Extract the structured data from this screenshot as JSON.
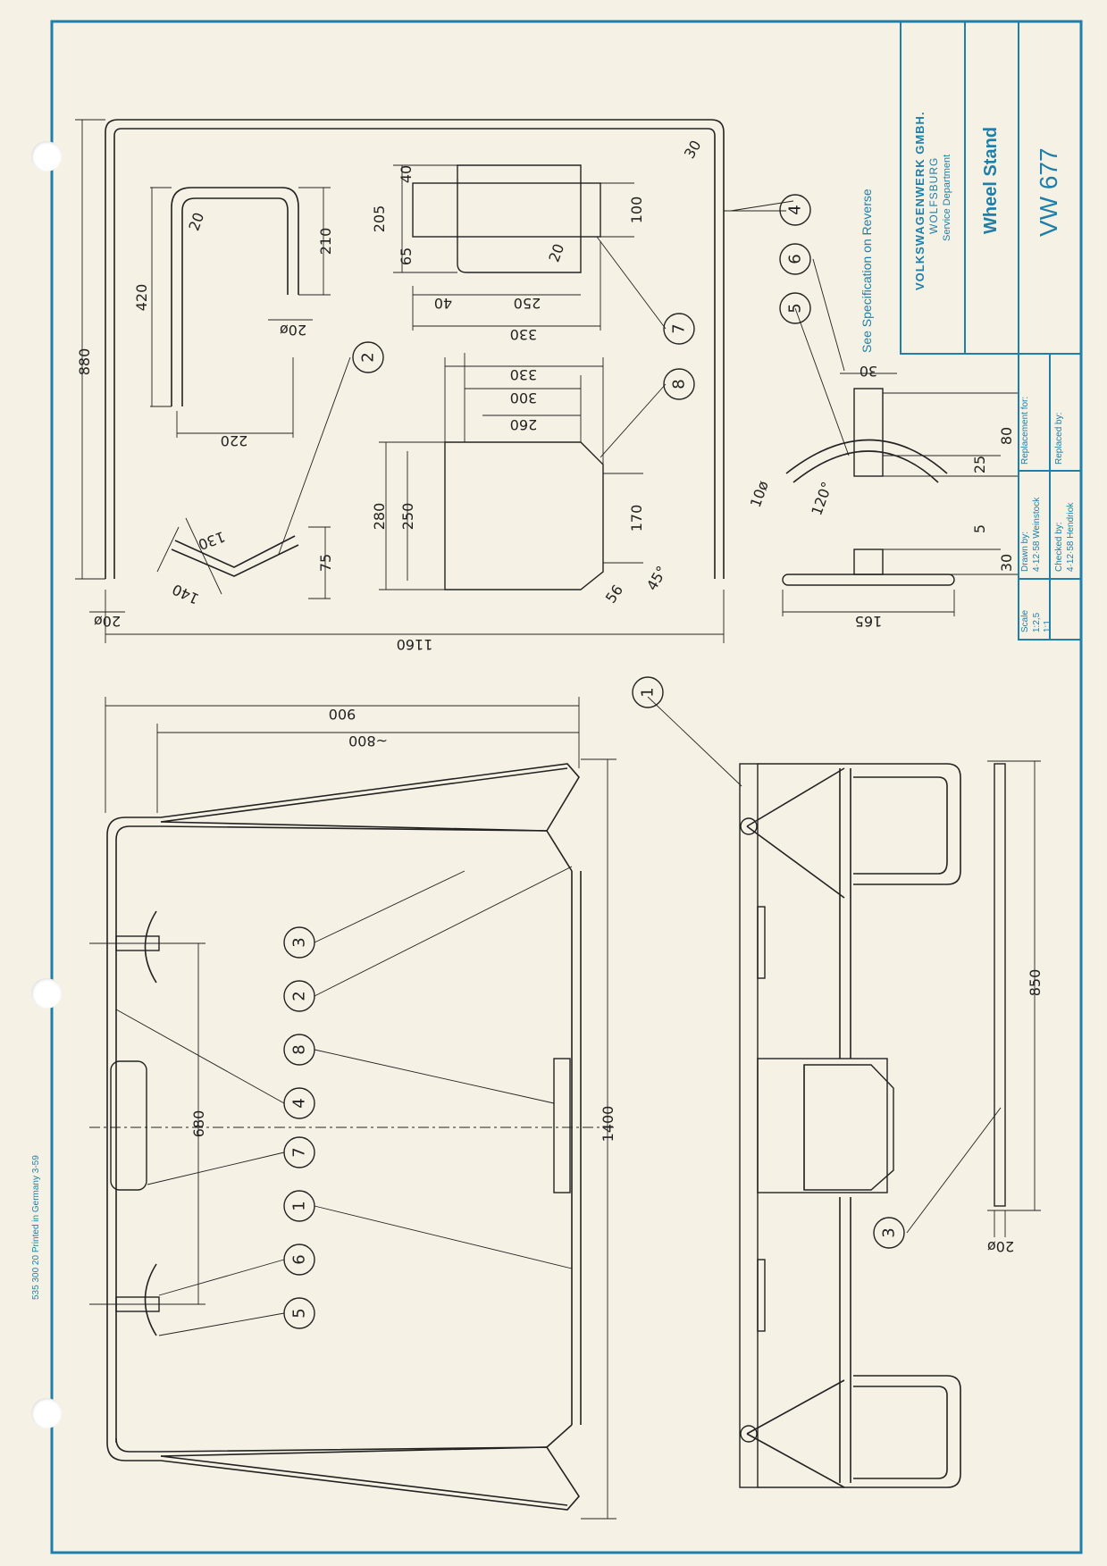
{
  "title_block": {
    "company": "VOLKSWAGENWERK GMBH.",
    "city": "WOLFSBURG",
    "department": "Service Department",
    "drawing_title": "Wheel Stand",
    "drawing_number": "VW 677",
    "scale_label": "Scale",
    "scale_values": "1:2,5",
    "scale_values2": "1:1",
    "drawn_by_label": "Drawn by:",
    "drawn_by_value": "4·12·58 Weinstock",
    "checked_by_label": "Checked by:",
    "checked_by_value": "4·12·58 Hendriok",
    "replacement_for_label": "Replacement for:",
    "replaced_by_label": "Replaced by:"
  },
  "reverse_note": "See Specification on Reverse",
  "print_note": "535 300 20   Printed in Germany   3-59",
  "callouts": [
    "1",
    "2",
    "3",
    "4",
    "5",
    "6",
    "7",
    "8"
  ],
  "dimensions": {
    "d880": "880",
    "d1160": "1160",
    "d420": "420",
    "d210": "210",
    "d220": "220",
    "d20a": "20ø",
    "d20b": "20ø",
    "d20c": "20ø",
    "d20r": "20",
    "d205": "205",
    "d40a": "40",
    "d65": "65",
    "d100": "100",
    "d250a": "250",
    "d40b": "40",
    "d330a": "330",
    "d20r2": "20",
    "d330b": "330",
    "d300": "300",
    "d260": "260",
    "d280": "280",
    "d250b": "250",
    "d170": "170",
    "d56": "56",
    "d45": "45°",
    "d130": "130",
    "d140": "140",
    "d75": "75",
    "d30r": "30",
    "d30a": "30",
    "d80": "80",
    "d25": "25",
    "d5": "5",
    "d30b": "30",
    "d165": "165",
    "d10": "10ø",
    "d120": "120°",
    "d900": "900",
    "d800": "~800",
    "d680": "680",
    "d1400": "1400",
    "d850": "850"
  }
}
